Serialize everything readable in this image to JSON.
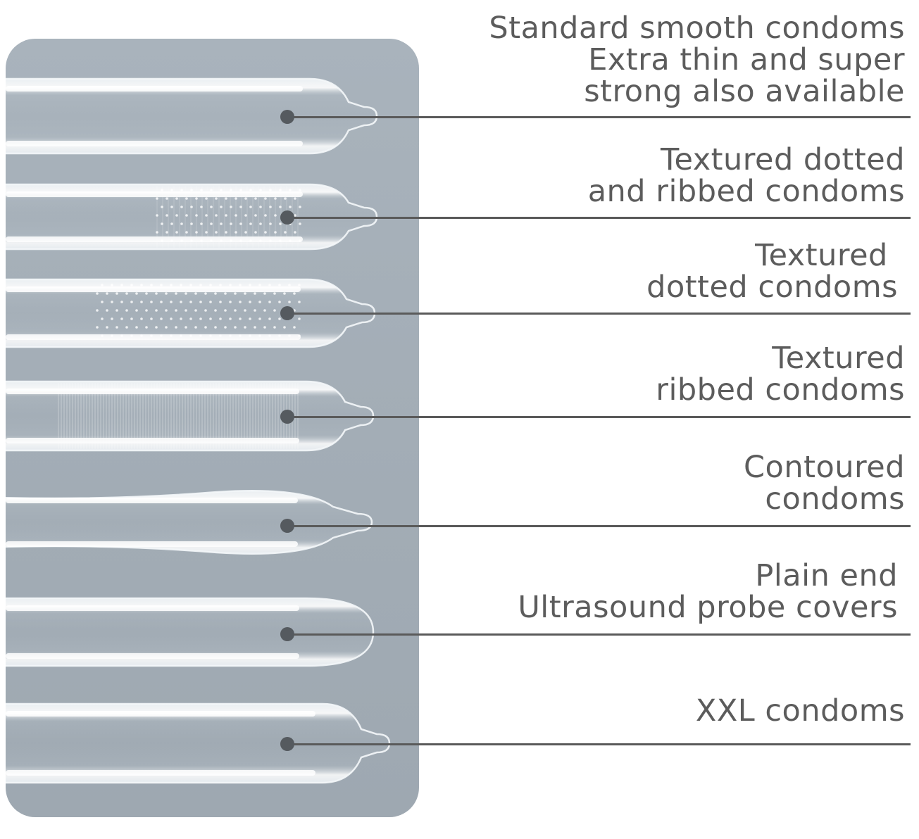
{
  "colors": {
    "panel": "#a5afb8",
    "label_text": "#5c5c5c",
    "leader_line": "#5a5a5a"
  },
  "items": [
    {
      "label": "Standard smooth condoms\nExtra thin and super\nstrong also available",
      "texture": "smooth",
      "tip": "reservoir"
    },
    {
      "label": "Textured dotted\nand ribbed condoms",
      "texture": "dotted-ribbed",
      "tip": "reservoir"
    },
    {
      "label": "Textured \ndotted condoms",
      "texture": "dotted",
      "tip": "reservoir"
    },
    {
      "label": "Textured\nribbed condoms",
      "texture": "ribbed",
      "tip": "reservoir"
    },
    {
      "label": "Contoured\ncondoms",
      "texture": "contoured",
      "tip": "reservoir"
    },
    {
      "label": "Plain end\nUltrasound probe covers",
      "texture": "smooth",
      "tip": "plain"
    },
    {
      "label": "XXL condoms",
      "texture": "smooth",
      "tip": "reservoir"
    }
  ]
}
